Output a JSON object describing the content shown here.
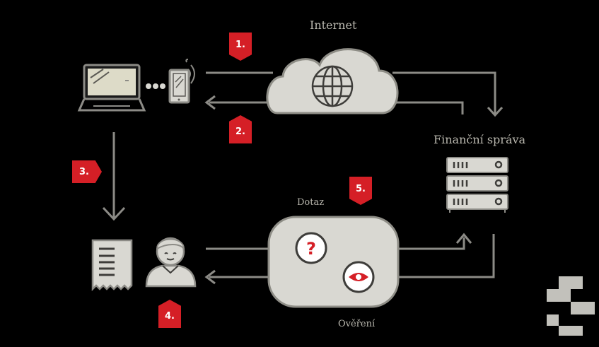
{
  "labels": {
    "internet": "Internet",
    "financni_sprava": "Finanční správa",
    "dotaz": "Dotaz",
    "overeni": "Ověření"
  },
  "steps": [
    "1.",
    "2.",
    "3.",
    "4.",
    "5."
  ],
  "icons": {
    "laptop": "laptop-icon",
    "phone": "phone-icon",
    "cloud": "cloud-icon",
    "globe": "globe-icon",
    "server": "server-icon",
    "receipt": "receipt-icon",
    "person": "person-icon",
    "question": "question-icon",
    "eye": "eye-icon",
    "logo": "logo-icon"
  },
  "colors": {
    "background": "#000000",
    "line": "#8c8b86",
    "accent": "#d51f26",
    "cloud_fill": "#d9d8d2",
    "cloud_stroke": "#8e8d86",
    "label": "#b9b7ae"
  }
}
